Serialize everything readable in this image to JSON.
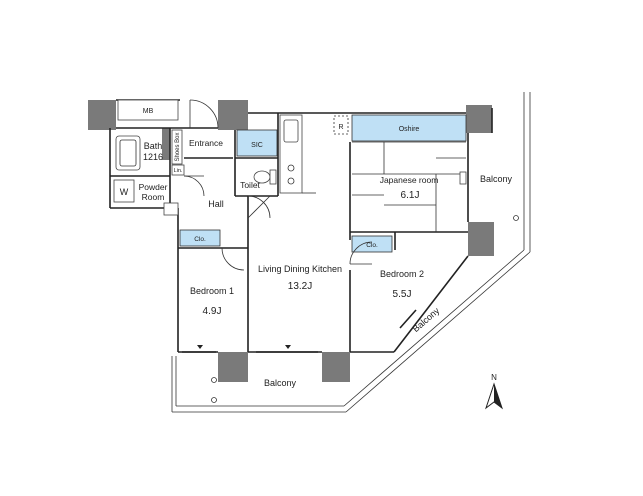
{
  "rooms": {
    "mb": "MB",
    "bath": "Bath",
    "bath_size": "1216",
    "shoes_box": "Shoes Box",
    "lin": "Lin.",
    "entrance": "Entrance",
    "sic": "SIC",
    "refrigerator": "R",
    "oshire": "Oshire",
    "w": "W",
    "powder_room_1": "Powder",
    "powder_room_2": "Room",
    "toilet": "Toilet",
    "hall": "Hall",
    "japanese_room": "Japanese room",
    "japanese_room_size": "6.1J",
    "balcony_right": "Balcony",
    "closet_1": "Clo.",
    "closet_2": "Clo.",
    "bedroom1": "Bedroom 1",
    "bedroom1_size": "4.9J",
    "ldk": "Living Dining Kitchen",
    "ldk_size": "13.2J",
    "bedroom2": "Bedroom 2",
    "bedroom2_size": "5.5J",
    "balcony_diag": "Balcony",
    "balcony_bottom": "Balcony",
    "compass_north": "N"
  },
  "colors": {
    "wall": "#7a7a7a",
    "storage_fill": "#bfe0f5",
    "line": "#222222"
  }
}
